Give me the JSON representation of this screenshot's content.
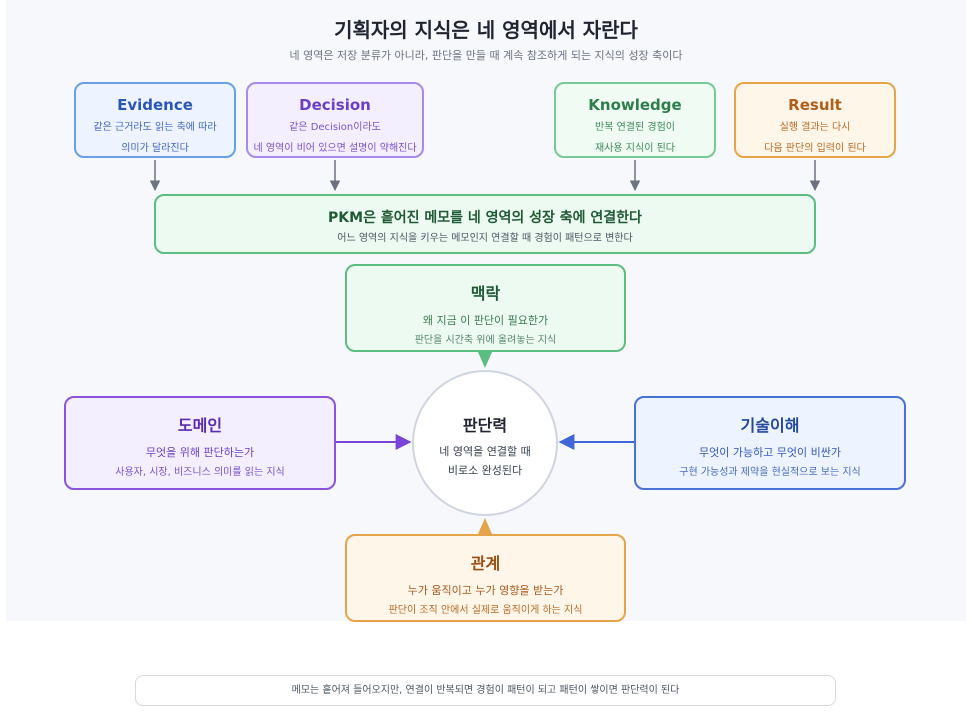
{
  "title": "기획자의 지식은 네 영역에서 자란다",
  "subtitle": "네 영역은 저장 분류가 아니라, 판단을 만들 때 계속 참조하게 되는 지식의 성장 축이다",
  "top_boxes": [
    {
      "title": "Evidence",
      "lines": [
        "같은 근거라도 읽는 축에 따라",
        "의미가 달라진다"
      ]
    },
    {
      "title": "Decision",
      "lines": [
        "같은 Decision이라도",
        "네 영역이 비어 있으면 설명이 약해진다"
      ]
    },
    {
      "title": "Knowledge",
      "lines": [
        "반복 연결된 경험이",
        "재사용 지식이 된다"
      ]
    },
    {
      "title": "Result",
      "lines": [
        "실행 결과는 다시",
        "다음 판단의 입력이 된다"
      ]
    }
  ],
  "pkm": {
    "title": "PKM은 흩어진 메모를 네 영역의 성장 축에 연결한다",
    "desc": "어느 영역의 지식을 키우는 메모인지 연결할 때 경험이 패턴으로 변한다"
  },
  "context": {
    "title": "맥락",
    "question": "왜 지금 이 판단이 필요한가",
    "desc": "판단을 시간축 위에 올려놓는 지식"
  },
  "domain": {
    "title": "도메인",
    "question": "무엇을 위해 판단하는가",
    "desc": "사용자, 시장, 비즈니스 의미를 읽는 지식"
  },
  "tech": {
    "title": "기술이해",
    "question": "무엇이 가능하고 무엇이 비싼가",
    "desc": "구현 가능성과 제약을 현실적으로 보는 지식"
  },
  "relation": {
    "title": "관계",
    "question": "누가 움직이고 누가 영향을 받는가",
    "desc": "판단이 조직 안에서 실제로 움직이게 하는 지식"
  },
  "center": {
    "title": "판단력",
    "line1": "네 영역을 연결할 때",
    "line2": "비로소 완성된다"
  },
  "footer": "메모는 흩어져 들어오지만, 연결이 반복되면 경험이 패턴이 되고 패턴이 쌓이면 판단력이 된다",
  "colors": {
    "gray_arrow": "#6b7280",
    "context": "#5cbd82",
    "domain": "#7a44d8",
    "tech": "#3f66d8",
    "relation": "#e6a44a"
  }
}
